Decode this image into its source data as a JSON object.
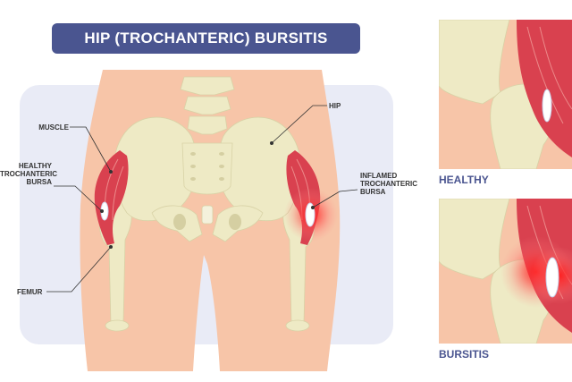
{
  "title": "HIP (TROCHANTERIC) BURSITIS",
  "labels": {
    "muscle": "MUSCLE",
    "healthy_bursa": [
      "HEALTHY",
      "TROCHANTERIC",
      "BURSA"
    ],
    "femur": "FEMUR",
    "hip": "HIP",
    "inflamed_bursa": [
      "INFLAMED",
      "TROCHANTERIC",
      "BURSA"
    ]
  },
  "panels": {
    "healthy": "HEALTHY",
    "bursitis": "BURSITIS"
  },
  "colors": {
    "title_bg": "#4a5590",
    "caption": "#4a5590",
    "skin": "#f7c5a8",
    "bone": "#eeeac5",
    "muscle": "#d9414f",
    "inflammation": "#ff2a2a",
    "backdrop": "#e9ebf6"
  }
}
